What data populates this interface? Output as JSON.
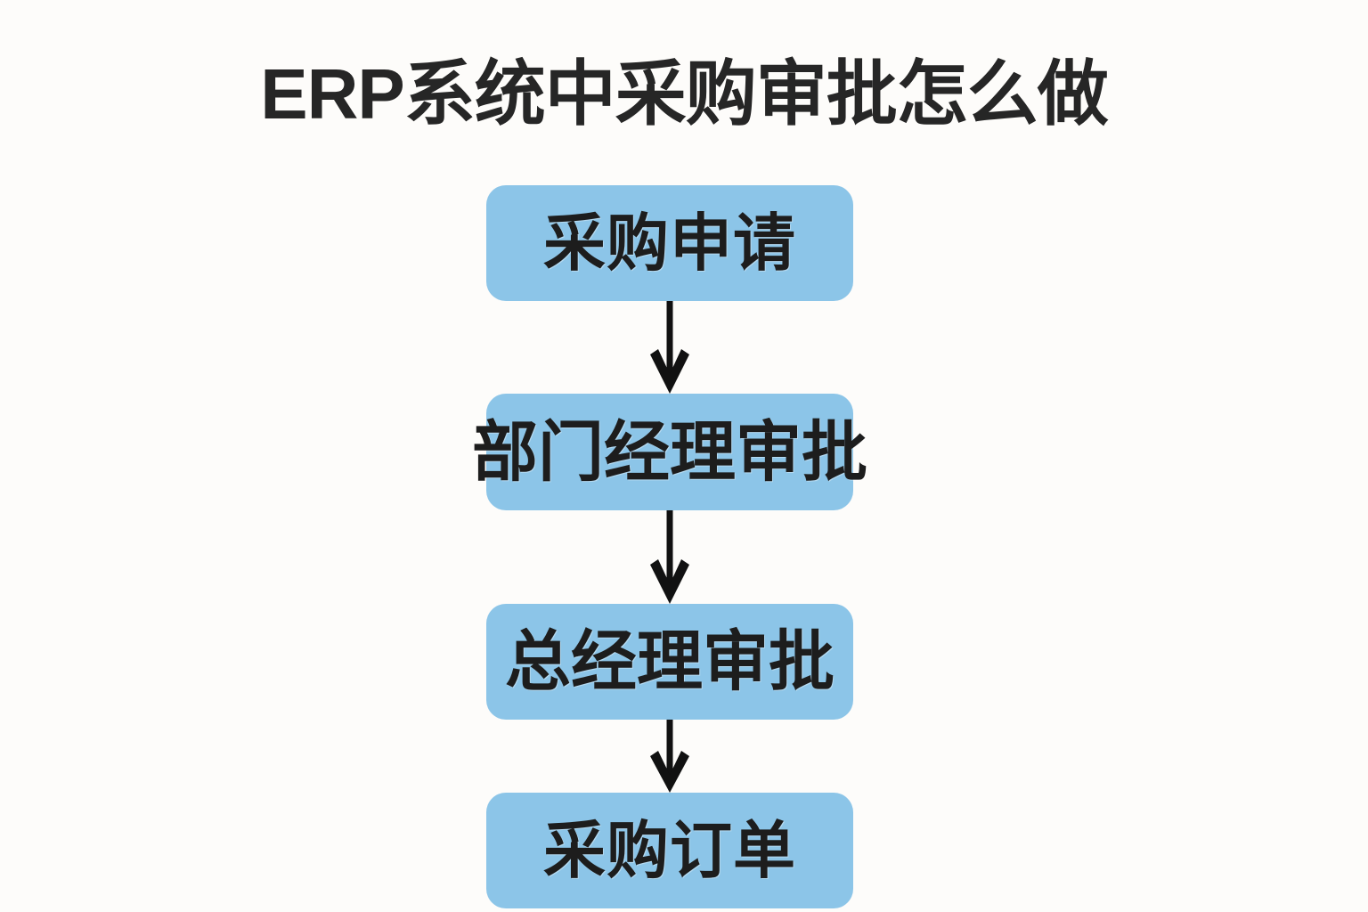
{
  "page": {
    "title": "ERP系统中采购审批怎么做",
    "background_color": "#fdfcfa",
    "title_color": "#262626"
  },
  "chart_data": {
    "type": "diagram",
    "diagram_kind": "flowchart",
    "orientation": "vertical-top-to-bottom",
    "title": "ERP系统中采购审批怎么做",
    "node_fill_color": "#8cc5e8",
    "node_text_color": "#1d1d1d",
    "connector_color": "#111111",
    "nodes": [
      {
        "id": "n0",
        "label": "采购申请",
        "shape": "rounded-rect",
        "order": 1
      },
      {
        "id": "n1",
        "label": "部门经理审批",
        "shape": "rounded-rect",
        "order": 2
      },
      {
        "id": "n2",
        "label": "总经理审批",
        "shape": "rounded-rect",
        "order": 3
      },
      {
        "id": "n3",
        "label": "采购订单",
        "shape": "rounded-rect",
        "order": 4
      }
    ],
    "edges": [
      {
        "from": "n0",
        "to": "n1",
        "arrow": "down",
        "label": ""
      },
      {
        "from": "n1",
        "to": "n2",
        "arrow": "down",
        "label": ""
      },
      {
        "from": "n2",
        "to": "n3",
        "arrow": "down",
        "label": ""
      }
    ],
    "legend": [],
    "annotations": []
  },
  "icons": {
    "arrow_down": "arrow-down-icon"
  }
}
